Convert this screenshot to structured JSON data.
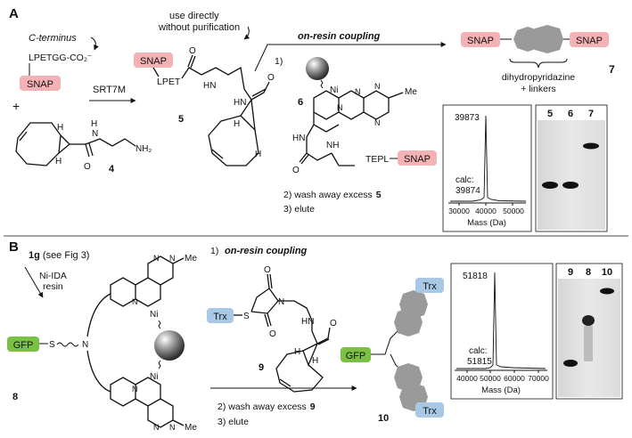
{
  "panelA": {
    "label": "A",
    "cterm_label": "C-terminus",
    "sequence": "LPETGG-CO₂⁻",
    "snap_tag": "SNAP",
    "plus": "+",
    "enzyme": "SRT7M",
    "note_line1": "use directly",
    "note_line2": "without purification",
    "lpet": "LPET",
    "compound4": "4",
    "compound5": "5",
    "compound6": "6",
    "compound7": "7",
    "coupling_title": "on-resin coupling",
    "step1": "1)",
    "step2_prefix": "2) wash away excess",
    "step2_num": "5",
    "step3": "3) elute",
    "tepl": "TEPL",
    "product_caption_1": "dihydropyridazine",
    "product_caption_2": "+ linkers",
    "atoms": {
      "H": "H",
      "N": "N",
      "NH": "NH",
      "NH2": "NH₂",
      "O": "O",
      "Ni": "Ni",
      "Me": "Me",
      "HN": "HN"
    },
    "ms": {
      "peak_label": "39873",
      "calc_label": "calc:",
      "calc_value": "39874",
      "x_ticks": [
        "30000",
        "40000",
        "50000"
      ],
      "xlabel": "Mass (Da)"
    },
    "gel_lanes": [
      "5",
      "6",
      "7"
    ]
  },
  "panelB": {
    "label": "B",
    "start_bold": "1g",
    "start_rest": " (see Fig 3)",
    "resin_line1": "Ni-IDA",
    "resin_line2": "resin",
    "gfp_tag": "GFP",
    "trx_tag": "Trx",
    "s_atom": "S",
    "n_atom": "N",
    "compound8": "8",
    "compound9": "9",
    "compound10": "10",
    "step1": "1)",
    "coupling_title": "on-resin coupling",
    "step2_prefix": "2) wash away excess",
    "step2_num": "9",
    "step3": "3) elute",
    "ms": {
      "peak_label": "51818",
      "calc_label": "calc:",
      "calc_value": "51815",
      "x_ticks": [
        "40000",
        "50000",
        "60000",
        "70000"
      ],
      "xlabel": "Mass (Da)"
    },
    "gel_lanes": [
      "9",
      "8",
      "10"
    ]
  },
  "colors": {
    "snap": "#f4b2b5",
    "trx": "#a9c8e6",
    "gfp": "#7ac143",
    "linker": "#9a9a9a"
  }
}
